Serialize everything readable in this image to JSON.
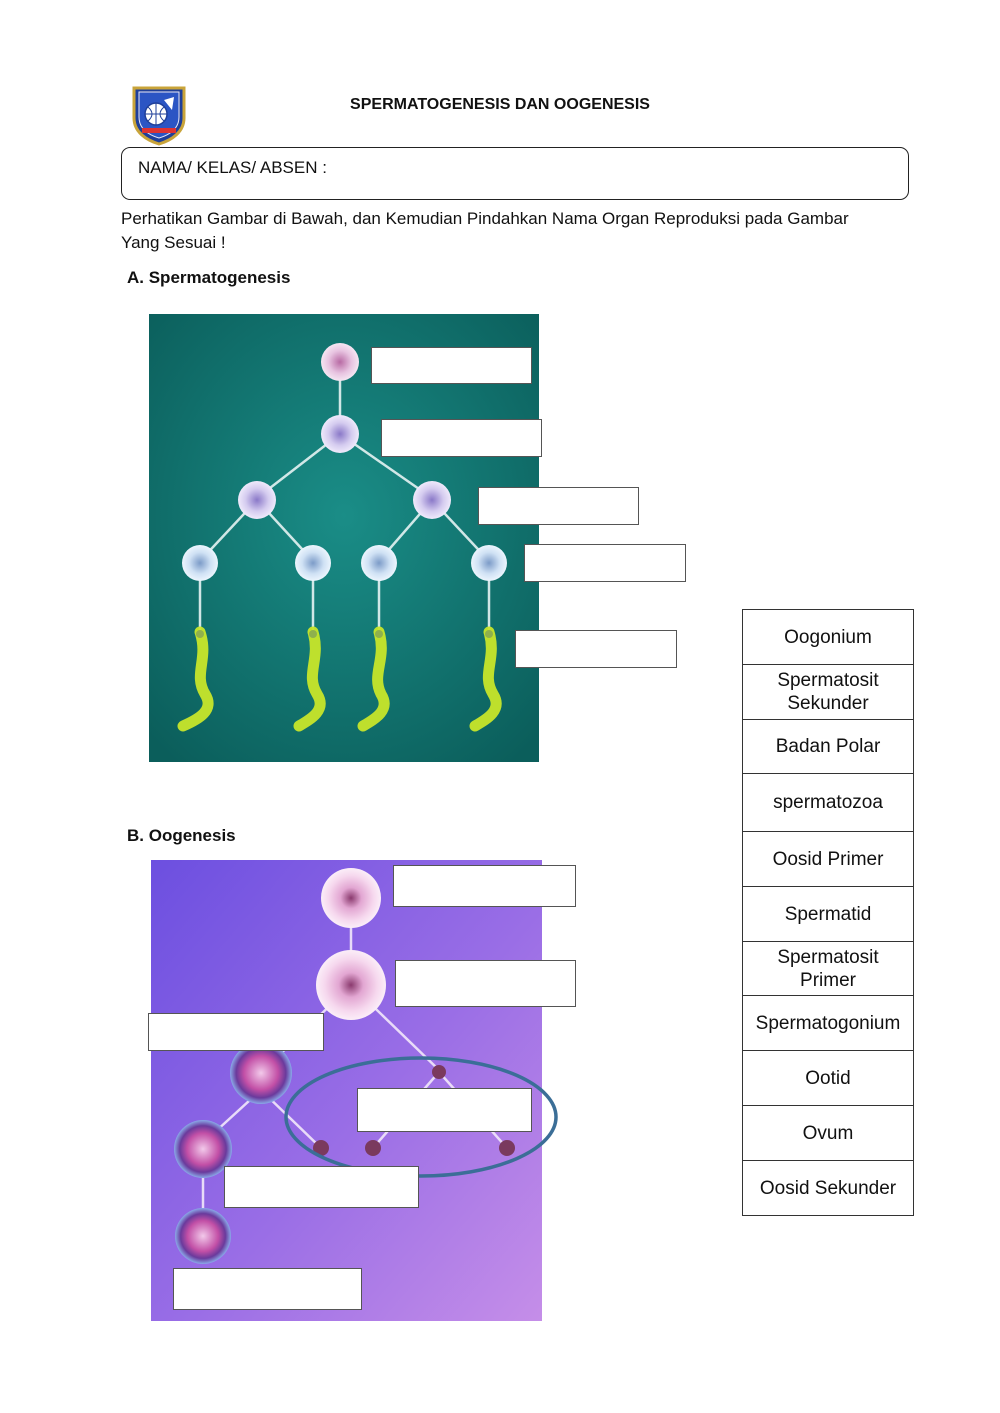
{
  "header": {
    "title": "SPERMATOGENESIS DAN OOGENESIS"
  },
  "student": {
    "label": "NAMA/ KELAS/ ABSEN :",
    "value": ""
  },
  "instruction": "Perhatikan Gambar di Bawah, dan Kemudian Pindahkan Nama Organ Reproduksi pada Gambar Yang Sesuai !",
  "sections": {
    "a": "A.  Spermatogenesis",
    "b": "B.  Oogenesis"
  },
  "colors": {
    "spermatogenesis_bg": "#137a75",
    "oogenesis_bg": "#8a64e0",
    "circle_highlight": "#3b6e97"
  },
  "word_bank": [
    "Oogonium",
    "Spermatosit\nSekunder",
    "Badan Polar",
    "spermatozoa",
    "Oosid Primer",
    "Spermatid",
    "Spermatosit\nPrimer",
    "Spermatogonium",
    "Ootid",
    "Ovum",
    "Oosid Sekunder"
  ]
}
